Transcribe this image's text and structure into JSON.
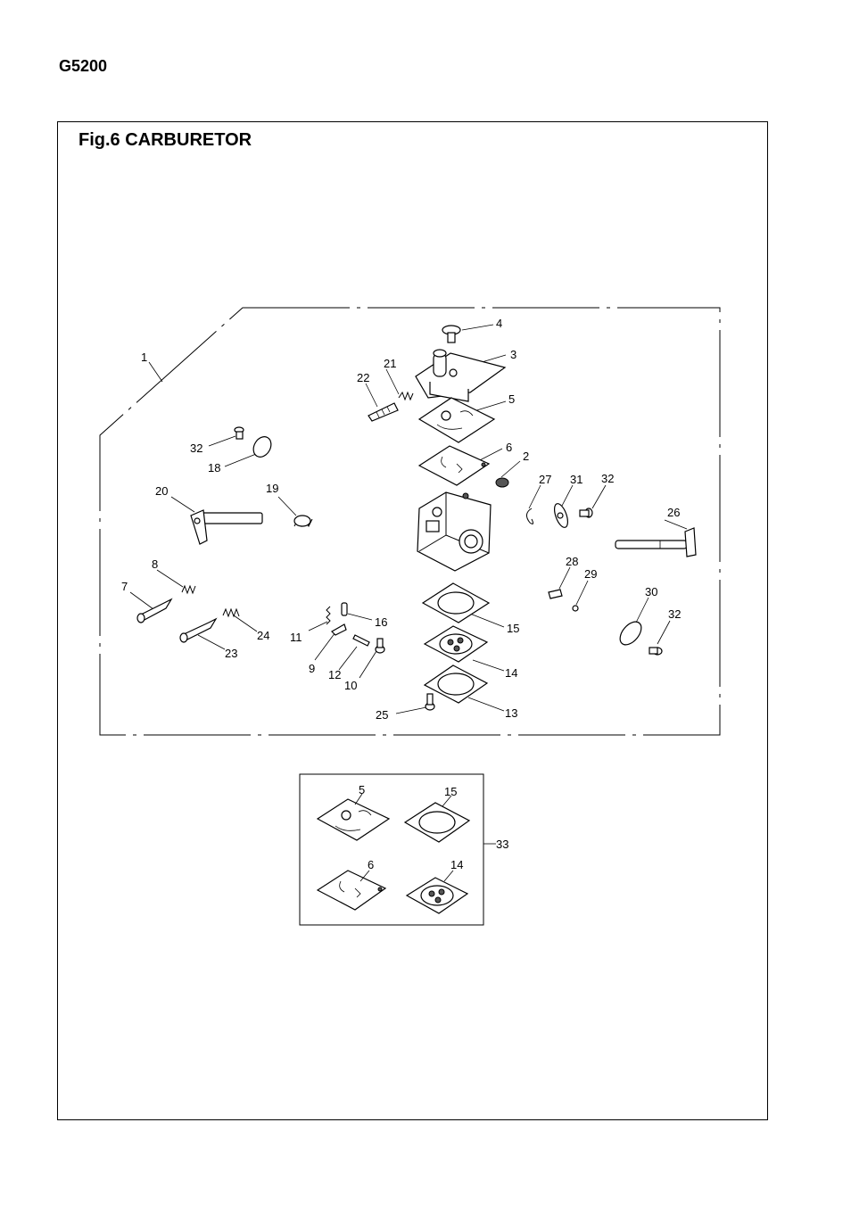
{
  "header": {
    "model": "G5200"
  },
  "figure": {
    "title": "Fig.6 CARBURETOR"
  },
  "callouts": {
    "c1": "1",
    "c2": "2",
    "c3": "3",
    "c4": "4",
    "c5": "5",
    "c6": "6",
    "c7": "7",
    "c8": "8",
    "c9": "9",
    "c10": "10",
    "c11": "11",
    "c12": "12",
    "c13": "13",
    "c14": "14",
    "c15": "15",
    "c16": "16",
    "c18": "18",
    "c19": "19",
    "c20": "20",
    "c21": "21",
    "c22": "22",
    "c23": "23",
    "c24": "24",
    "c25": "25",
    "c26": "26",
    "c27": "27",
    "c28": "28",
    "c29": "29",
    "c30": "30",
    "c31": "31",
    "c32a": "32",
    "c32b": "32",
    "c32c": "32"
  },
  "kit": {
    "label": "33",
    "c5": "5",
    "c15": "15",
    "c6": "6",
    "c14": "14"
  }
}
